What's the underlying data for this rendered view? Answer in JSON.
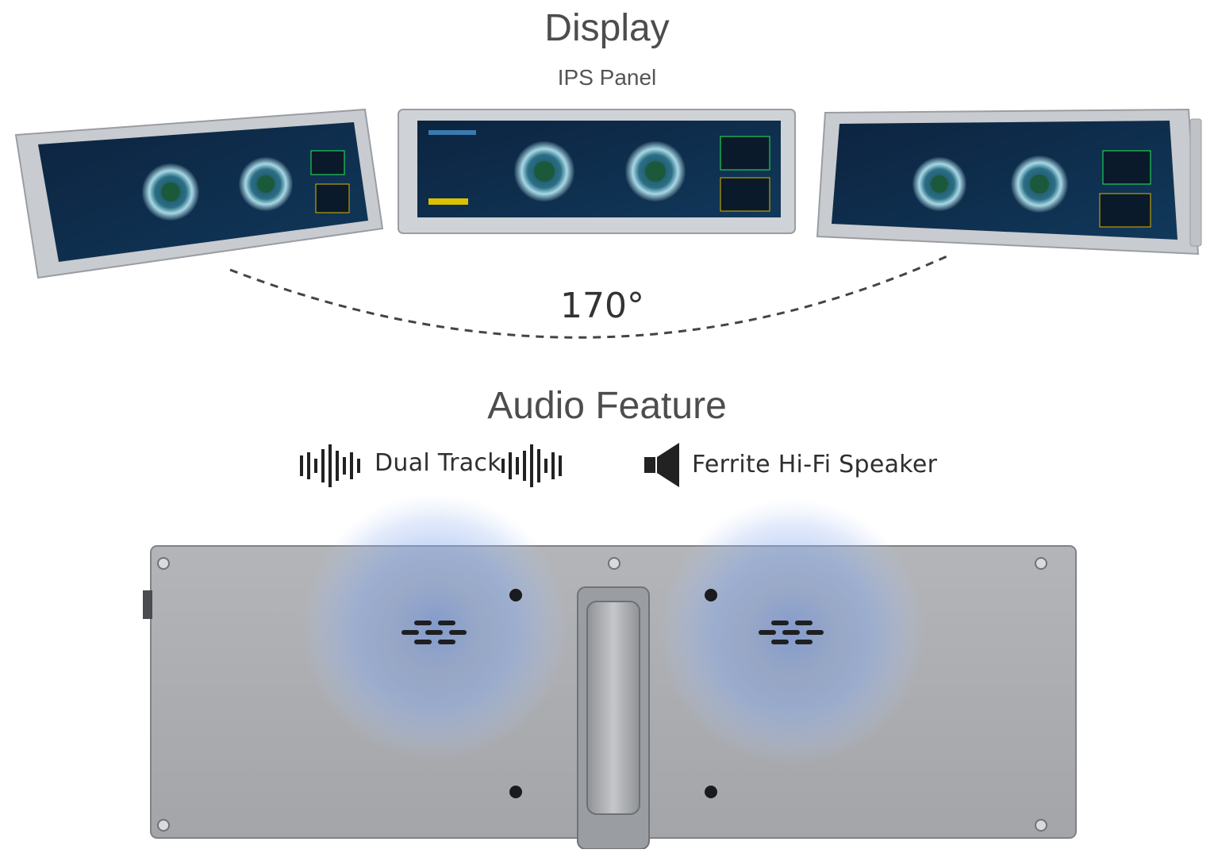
{
  "display": {
    "title": "Display",
    "subtitle": "IPS Panel",
    "viewing_angle": "170°"
  },
  "audio": {
    "title": "Audio Feature",
    "features": [
      {
        "label": "Dual Track",
        "icon": "sound-wave-icon"
      },
      {
        "label": "Ferrite Hi-Fi Speaker",
        "icon": "speaker-icon"
      }
    ]
  },
  "colors": {
    "frame": "#c9ccd0",
    "screen": "#0d2a45",
    "speaker_glow": "#6f97e6",
    "panel": "#a9abaf"
  }
}
